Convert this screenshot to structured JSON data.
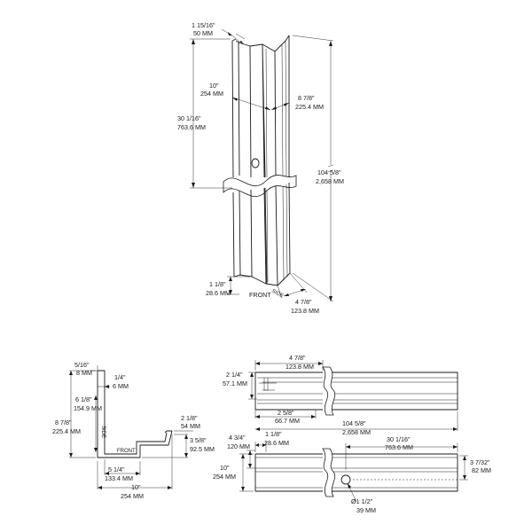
{
  "perspective": {
    "flange": [
      "1 15/16\"",
      "50 MM"
    ],
    "top_length": [
      "30 1/16\"",
      "763.6 MM"
    ],
    "front_width": [
      "10\"",
      "254 MM"
    ],
    "side_width": [
      "8 7/8\"",
      "225.4 MM"
    ],
    "total_length": [
      "104 5/8\"",
      "2,658 MM"
    ],
    "bottom_offset": [
      "1 1/8\"",
      "28.6 MM"
    ],
    "bottom_side": [
      "4 7/8\"",
      "123.8 MM"
    ],
    "front_label": "FRONT",
    "side_label": "SIDE"
  },
  "section": {
    "lip": [
      "5/16\"",
      "8 MM"
    ],
    "thickness": [
      "1/4\"",
      "6 MM"
    ],
    "upper_side": [
      "6 1/8\"",
      "154.9 MM"
    ],
    "side_total": [
      "8 7/8\"",
      "225.4 MM"
    ],
    "right_flange": [
      "2 1/8\"",
      "54 MM"
    ],
    "right_depth": [
      "3 5/8\"",
      "92.5 MM"
    ],
    "front_inner": [
      "5 1/4\"",
      "133.4 MM"
    ],
    "front_total": [
      "10\"",
      "254 MM"
    ],
    "side_label": "SIDE",
    "front_label": "FRONT"
  },
  "side_view": {
    "top_width": [
      "4 7/8\"",
      "123.8 MM"
    ],
    "left_flange": [
      "2 1/4\"",
      "57.1 MM"
    ],
    "inner": [
      "2 5/8\"",
      "66.7 MM"
    ],
    "length": [
      "104 5/8\"",
      "2,658 MM"
    ]
  },
  "front_view": {
    "width": [
      "4 3/4\"",
      "120 MM"
    ],
    "bottom_offset": [
      "1 1/8\"",
      "28.6 MM"
    ],
    "hole_location": [
      "30 1/16\"",
      "763.6 MM"
    ],
    "height": [
      "10\"",
      "254 MM"
    ],
    "hole_height": [
      "3 7/32\"",
      "82 MM"
    ],
    "hole_dia": [
      "Ø1 1/2\"",
      "39 MM"
    ]
  }
}
